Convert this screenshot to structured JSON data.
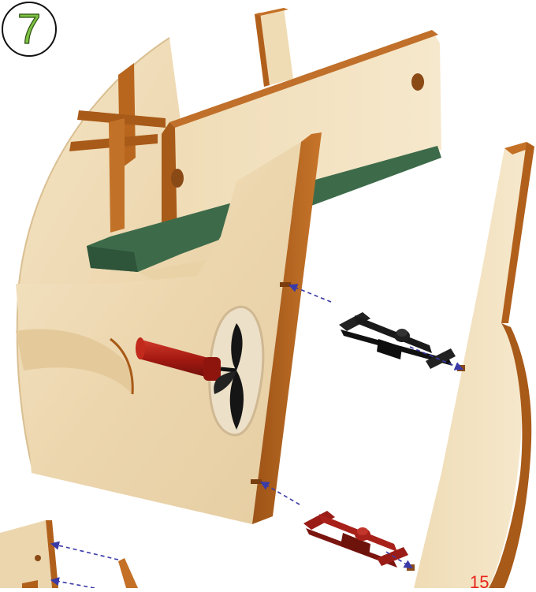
{
  "step": {
    "number": "7"
  },
  "part": {
    "label": "15"
  },
  "colors": {
    "wood_light": "#f0ddb8",
    "wood_edge": "#b5641c",
    "keel_green": "#3d6b4a",
    "bracket_black": "#1a1a1a",
    "bracket_red": "#a8201a",
    "motor_red": "#b01d14",
    "arrow_blue": "#3a3aa8",
    "step_green": "#7dc242",
    "label_red": "#e8251c"
  },
  "icons": [
    "step-number-badge",
    "assembly-arrow-icon",
    "black-clip-bracket",
    "red-clip-bracket",
    "motor-propeller"
  ]
}
